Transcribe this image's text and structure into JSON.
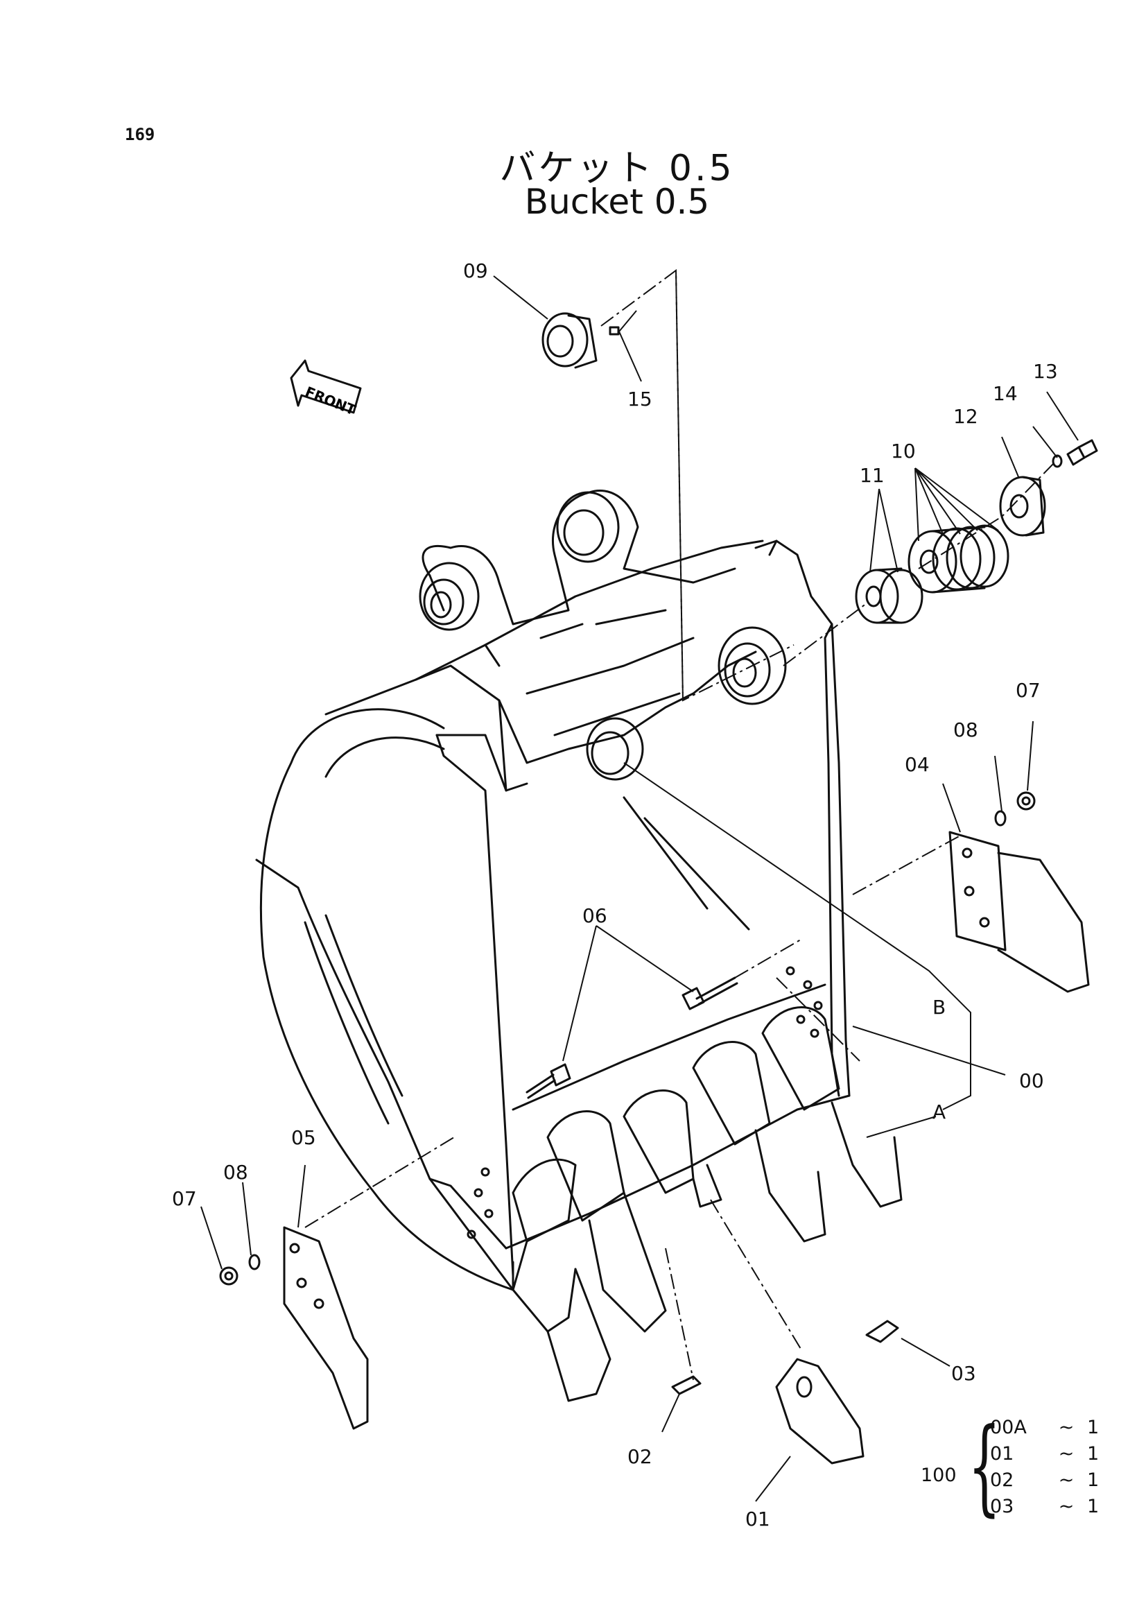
{
  "header": {
    "page_number": "169",
    "title_jp": "バケット  0.5",
    "title_en": "Bucket 0.5"
  },
  "front_indicator": "FRONT",
  "callouts": {
    "c09": "09",
    "c15": "15",
    "c13": "13",
    "c14": "14",
    "c12": "12",
    "c10": "10",
    "c11": "11",
    "c07_right": "07",
    "c08_right": "08",
    "c04": "04",
    "c06": "06",
    "cB": "B",
    "c00": "00",
    "cA": "A",
    "c05": "05",
    "c08_left": "08",
    "c07_left": "07",
    "c03": "03",
    "c02": "02",
    "c01": "01"
  },
  "legend": {
    "prefix": "100",
    "rows": [
      {
        "code": "00A",
        "tilde": "~",
        "qty": "1"
      },
      {
        "code": "01",
        "tilde": "~",
        "qty": "1"
      },
      {
        "code": "02",
        "tilde": "~",
        "qty": "1"
      },
      {
        "code": "03",
        "tilde": "~",
        "qty": "1"
      }
    ]
  }
}
